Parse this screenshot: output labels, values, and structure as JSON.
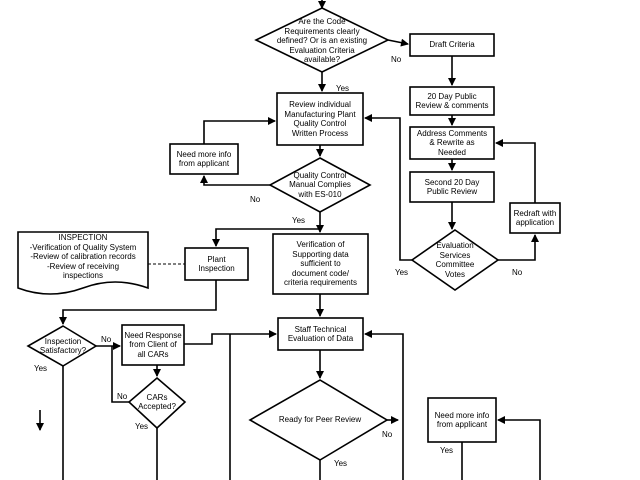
{
  "diagram": {
    "process_boxes": {
      "review_manufacturing": "Review individual\nManufacturing Plant\nQuality Control\nWritten Process",
      "need_more_info_1": "Need more info\nfrom applicant",
      "draft_criteria": "Draft Criteria",
      "public_review_20": "20 Day Public\nReview & comments",
      "address_comments": "Address Comments\n& Rewrite as\nNeeded",
      "second_public_review": "Second 20 Day\nPublic Review",
      "redraft": "Redraft with\napplication",
      "plant_inspection": "Plant\nInspection",
      "verification": "Verification of\nSupporting data\nsufficient to\ndocument code/\ncriteria requirements",
      "staff_technical": "Staff Technical\nEvaluation of Data",
      "need_response": "Need Response\nfrom Client of\nall CARs",
      "need_more_info_2": "Need more info\nfrom applicant"
    },
    "decisions": {
      "code_requirements": "Are the Code\nRequirements clearly\ndefined? Or is an existing\nEvaluation Criteria\navailable?",
      "qc_manual": "Quality Control\nManual Complies\nwith ES-010",
      "evaluation_committee": "Evaluation\nServices\nCommittee\nVotes",
      "inspection_satisfactory": "Inspection\nSatisfactory?",
      "cars_accepted": "CARs\nAccepted?",
      "peer_review": "Ready for Peer Review"
    },
    "document": {
      "inspection_notes": "INSPECTION\n-Verification of Quality System\n-Review of calibration records\n-Review of receiving\ninspections"
    },
    "edge_labels": {
      "yes": "Yes",
      "no": "No"
    }
  }
}
